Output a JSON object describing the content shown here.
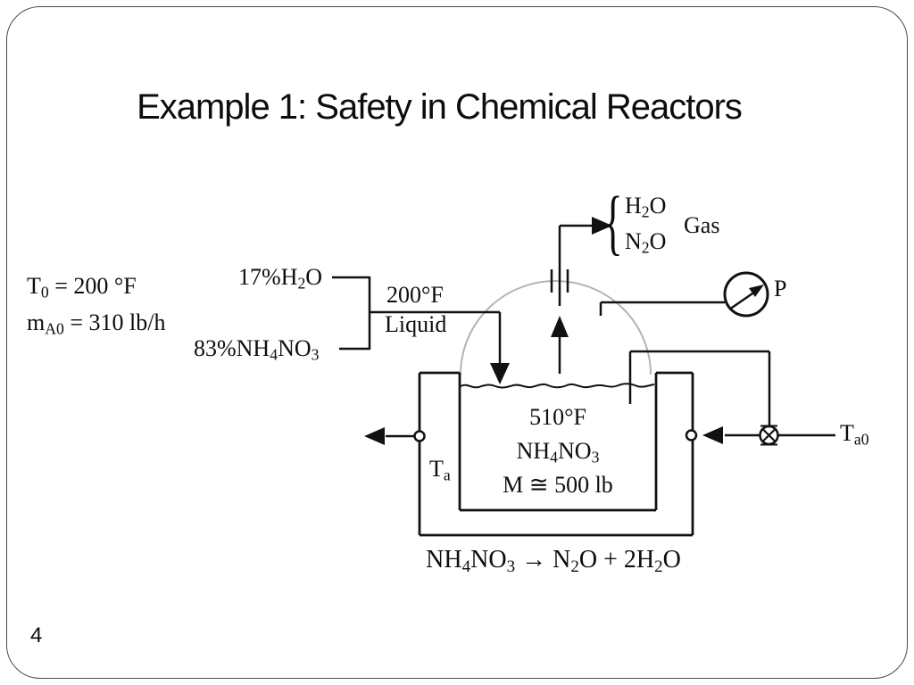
{
  "slide": {
    "title": "Example 1: Safety in Chemical Reactors",
    "page_number": "4"
  },
  "feed": {
    "inlet_temperature": "T_0_ = 200 °F",
    "inlet_flow": "m_A0_ = 310 lb/h",
    "water_fraction": "17%H_2_O",
    "ammonium_nitrate_fraction": "83%NH_4_NO_3_",
    "stream_temperature": "200°F",
    "stream_phase": "Liquid"
  },
  "gas_outlet": {
    "brace": "{",
    "component_1": "H_2_O",
    "component_2": "N_2_O",
    "label": "Gas"
  },
  "pressure_gauge": {
    "label": "P"
  },
  "reactor": {
    "temperature": "510°F",
    "contents": "NH_4_NO_3_",
    "mass": "M ≅ 500 lb"
  },
  "cooling": {
    "jacket_temperature": "T_a_",
    "coolant_inlet_temperature": "T_a0_"
  },
  "reaction_equation": "NH_4_NO_3_ → N_2_O + 2H_2_O",
  "colors": {
    "line": "#111111",
    "dome_arc": "#b3b3b3",
    "frame_border": "#4a4a4a"
  }
}
